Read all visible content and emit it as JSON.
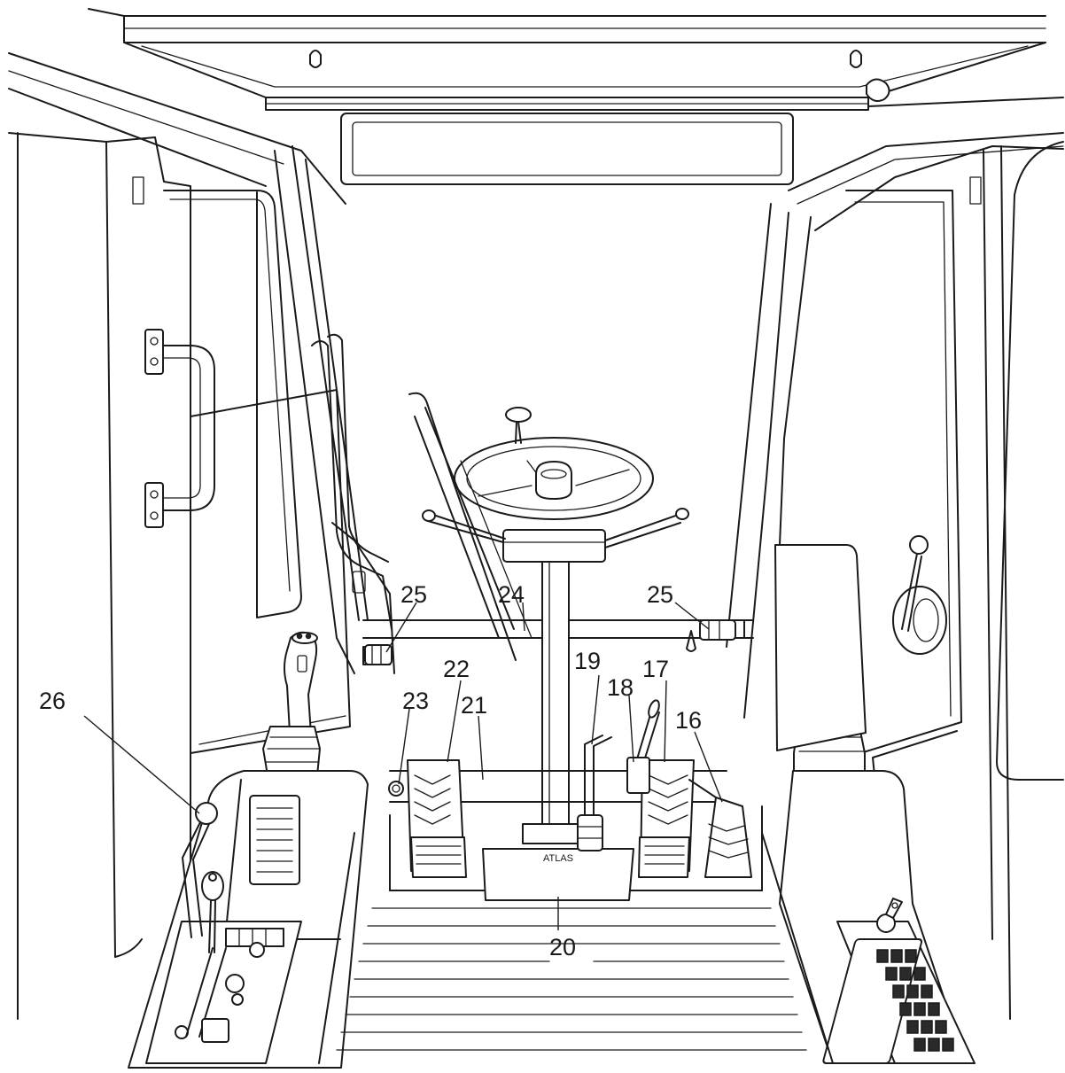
{
  "callouts": [
    {
      "id": "16",
      "label": "16"
    },
    {
      "id": "17",
      "label": "17"
    },
    {
      "id": "18",
      "label": "18"
    },
    {
      "id": "19",
      "label": "19"
    },
    {
      "id": "20",
      "label": "20"
    },
    {
      "id": "21",
      "label": "21"
    },
    {
      "id": "22",
      "label": "22"
    },
    {
      "id": "23",
      "label": "23"
    },
    {
      "id": "24",
      "label": "24"
    },
    {
      "id": "25-left",
      "label": "25"
    },
    {
      "id": "25-right",
      "label": "25"
    },
    {
      "id": "26",
      "label": "26"
    }
  ],
  "pedal_brand": "ATLAS"
}
